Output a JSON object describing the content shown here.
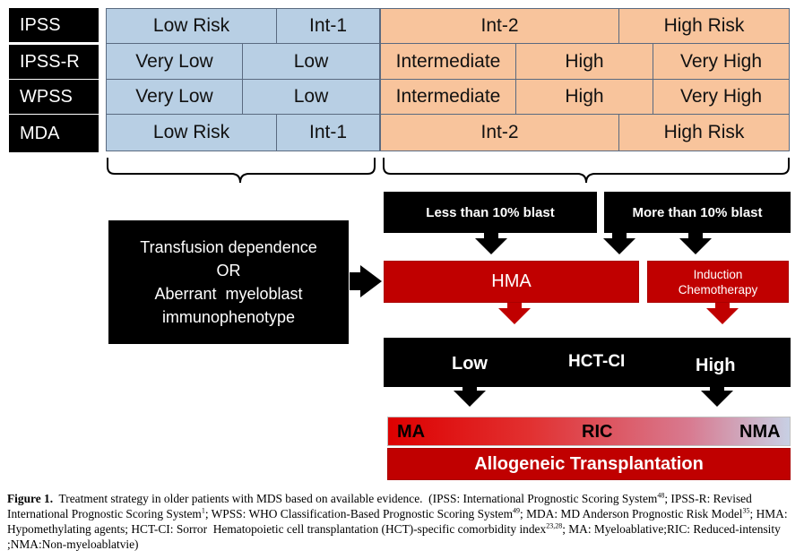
{
  "scores": {
    "labels": [
      "IPSS",
      "IPSS-R",
      "WPSS",
      "MDA"
    ],
    "ipss": [
      "Low Risk",
      "Int-1",
      "Int-2",
      "High Risk"
    ],
    "ipss_r": [
      "Very Low",
      "Low",
      "Intermediate",
      "High",
      "Very High"
    ],
    "wpss": [
      "Very Low",
      "Low",
      "Intermediate",
      "High",
      "Very High"
    ],
    "mda": [
      "Low Risk",
      "Int-1",
      "Int-2",
      "High Risk"
    ]
  },
  "flow": {
    "transfusion": [
      "Transfusion dependence",
      "OR",
      "Aberrant  myeloblast",
      "immunophenotype"
    ],
    "less_blast": "Less than 10% blast",
    "more_blast": "More than 10% blast",
    "hma": "HMA",
    "induction": [
      "Induction",
      "Chemotherapy"
    ],
    "hct_low": "Low",
    "hct_ci": "HCT-CI",
    "hct_high": "High",
    "ma": "MA",
    "ric": "RIC",
    "nma": "NMA",
    "allo": "Allogeneic Transplantation"
  },
  "colors": {
    "low_risk_fill": "#b8cfe4",
    "high_risk_fill": "#f8c49c",
    "red": "#c00000"
  },
  "caption": {
    "label": "Figure 1.",
    "t1": "  Treatment strategy in older patients with MDS based on available evidence.  (IPSS: International Prognostic Scoring System",
    "r1": "48",
    "t2": "; IPSS-R: Revised International Prognostic Scoring System",
    "r2": "1",
    "t3": "; WPSS: WHO Classification-Based Prognostic Scoring System",
    "r3": "49",
    "t4": "; MDA: MD Anderson Prognostic Risk Model",
    "r4": "35",
    "t5": "; HMA: Hypomethylating agents; HCT-CI: Sorror  Hematopoietic cell transplantation (HCT)-specific comorbidity index",
    "r5": "23,28",
    "t6": "; MA: Myeloablative;RIC: Reduced-intensity ;NMA:Non-myeloablatvie)"
  }
}
